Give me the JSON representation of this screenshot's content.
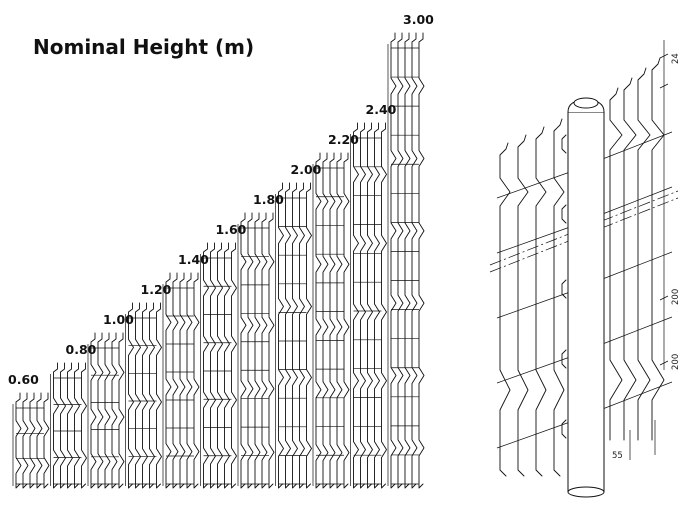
{
  "diagram": {
    "title": "Nominal Height (m)",
    "heights": [
      {
        "label": "0.60",
        "value": 0.6
      },
      {
        "label": "0.80",
        "value": 0.8
      },
      {
        "label": "1.00",
        "value": 1.0
      },
      {
        "label": "1.20",
        "value": 1.2
      },
      {
        "label": "1.40",
        "value": 1.4
      },
      {
        "label": "1.60",
        "value": 1.6
      },
      {
        "label": "1.80",
        "value": 1.8
      },
      {
        "label": "2.00",
        "value": 2.0
      },
      {
        "label": "2.20",
        "value": 2.2
      },
      {
        "label": "2.40",
        "value": 2.4
      },
      {
        "label": "3.00",
        "value": 3.0
      }
    ],
    "detail_dimensions": {
      "top": "24",
      "mesh_upper": "200",
      "mesh_lower": "200",
      "width": "55"
    }
  }
}
